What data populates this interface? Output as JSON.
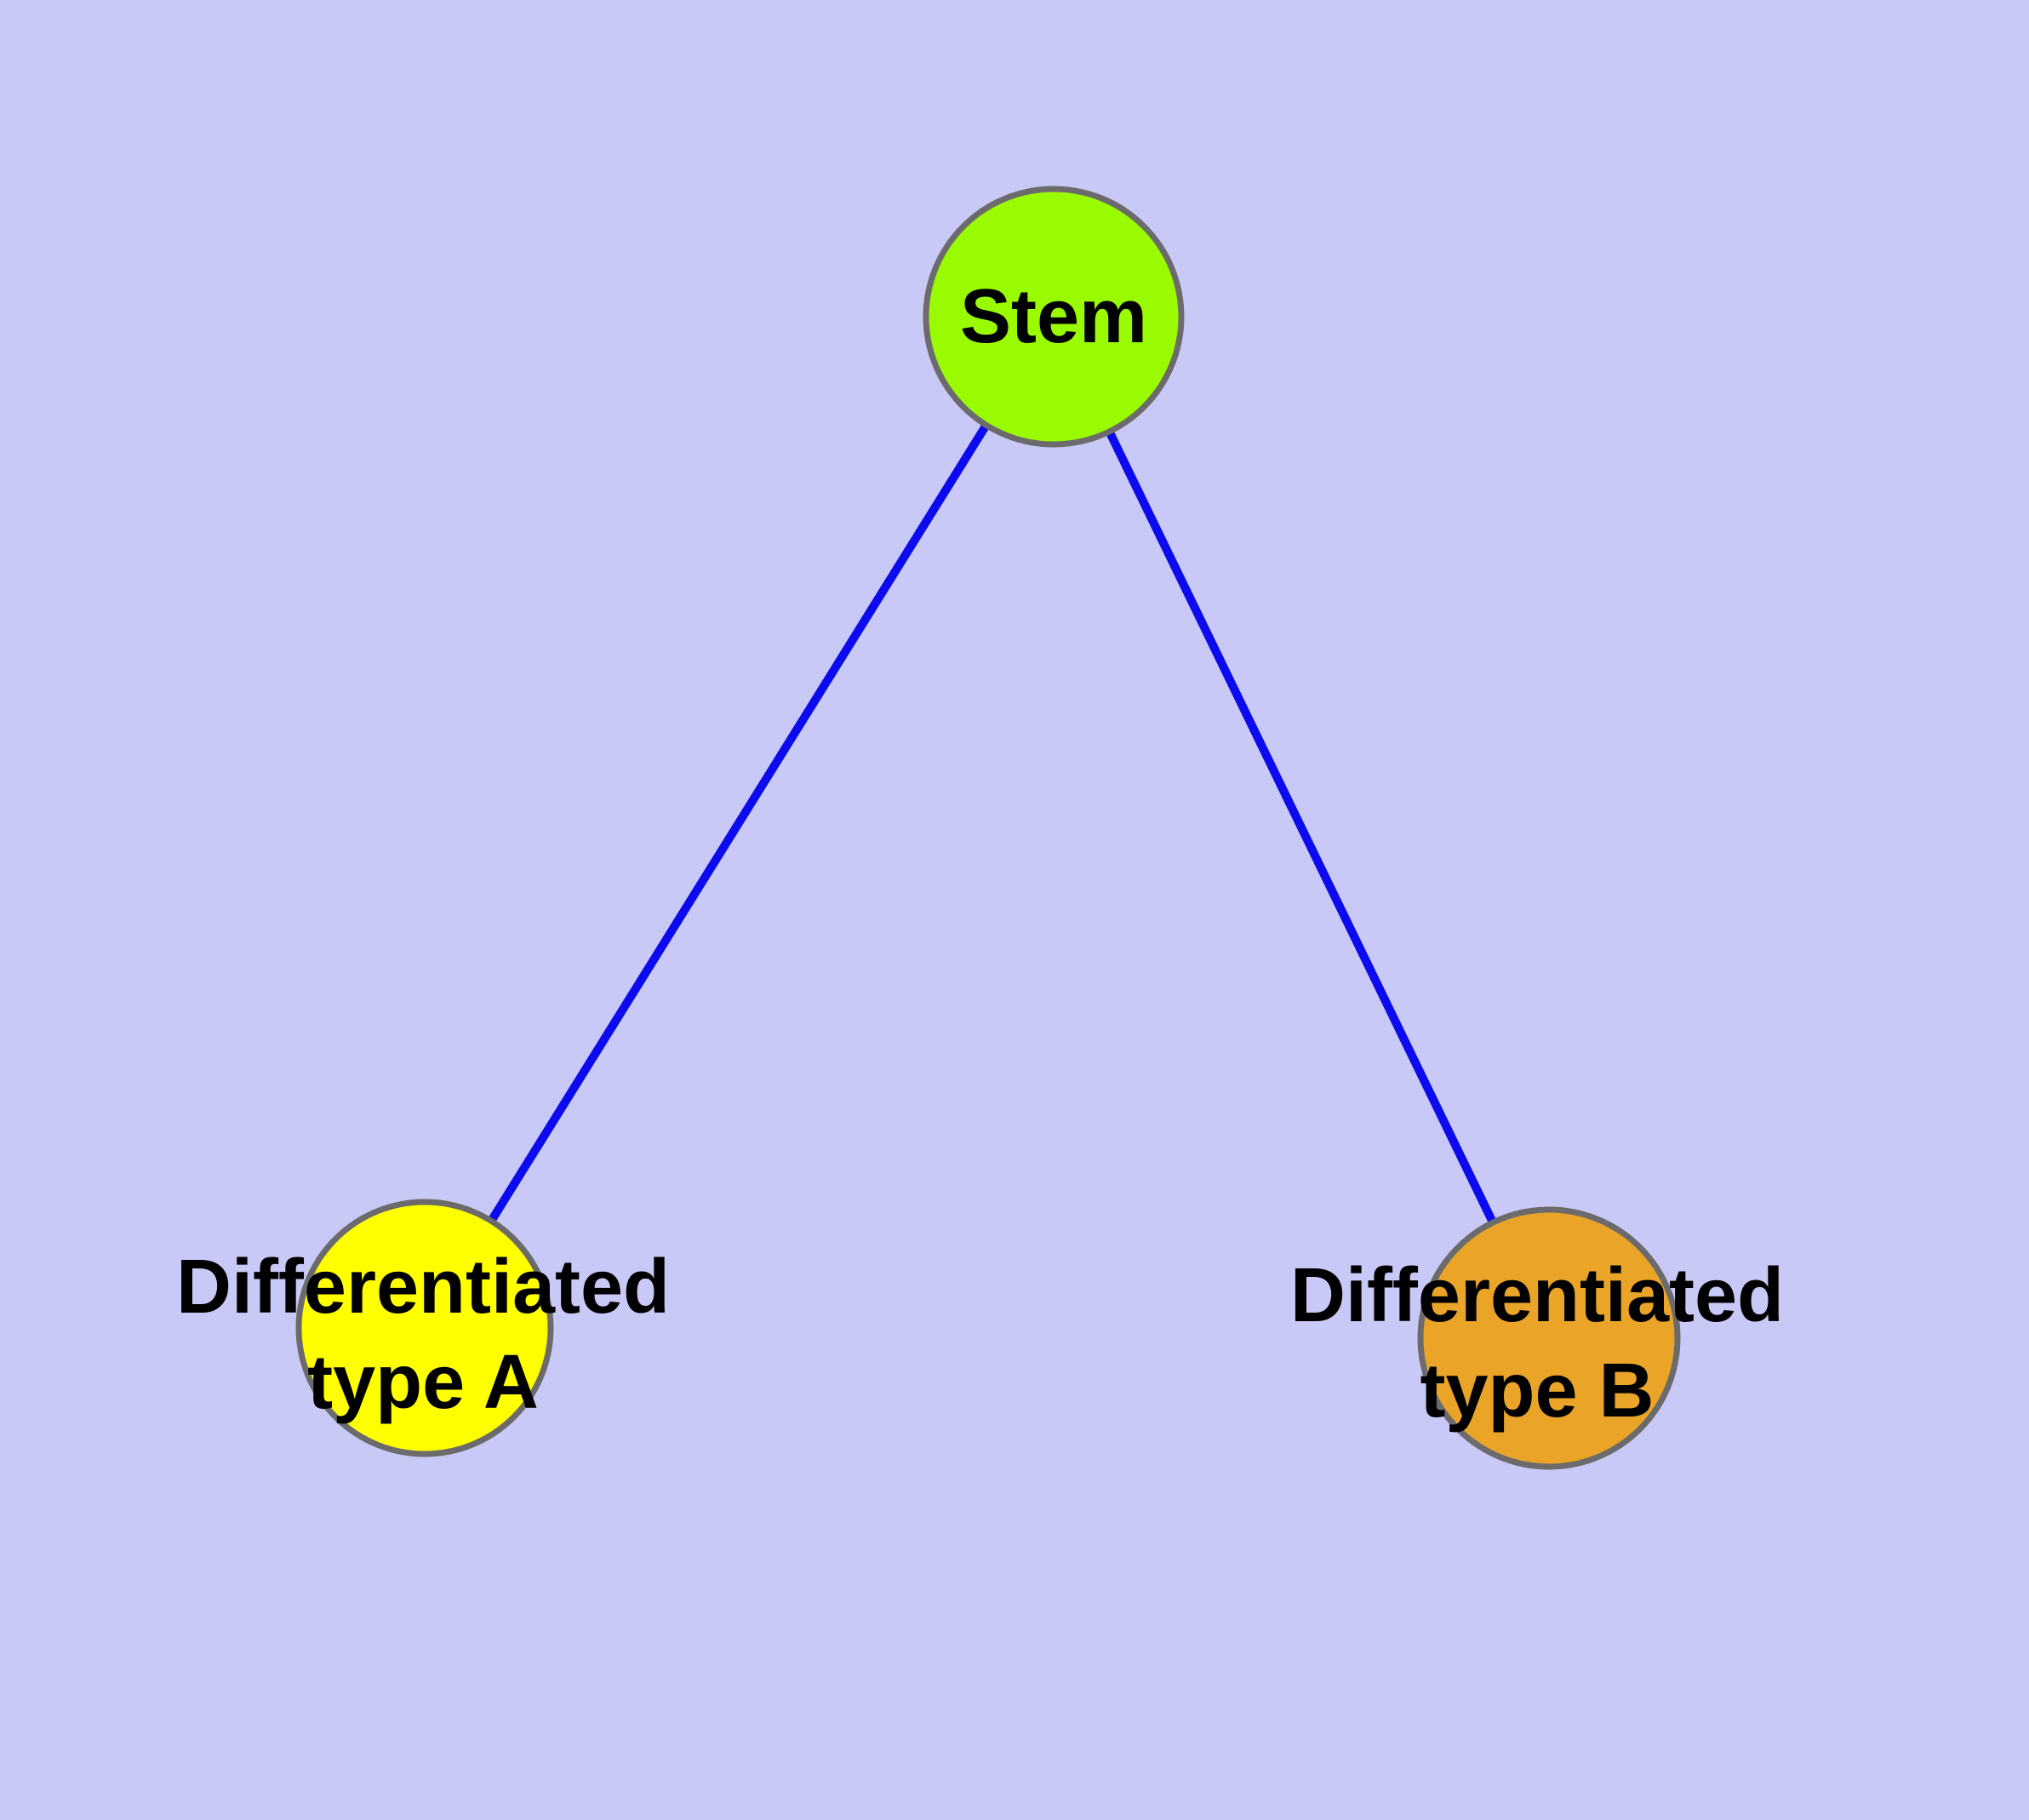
{
  "diagram": {
    "background_color": "#c9c9f7",
    "edge_color": "#0b0bee",
    "node_border_color": "#6b6b6b",
    "label_color": "#000000",
    "nodes": [
      {
        "id": "stem",
        "label": "Stem",
        "fill": "#9afb00"
      },
      {
        "id": "differentiated-type-a",
        "label": "Differentiated type A",
        "line1": "Differentiated",
        "line2": "type A",
        "fill": "#ffff00"
      },
      {
        "id": "differentiated-type-b",
        "label": "Differentiated type B",
        "line1": "Differentiated",
        "line2": "type B",
        "fill": "#eaa428"
      }
    ],
    "edges": [
      {
        "from": "Stem",
        "to": "Differentiated type A"
      },
      {
        "from": "Stem",
        "to": "Differentiated type B"
      }
    ]
  }
}
